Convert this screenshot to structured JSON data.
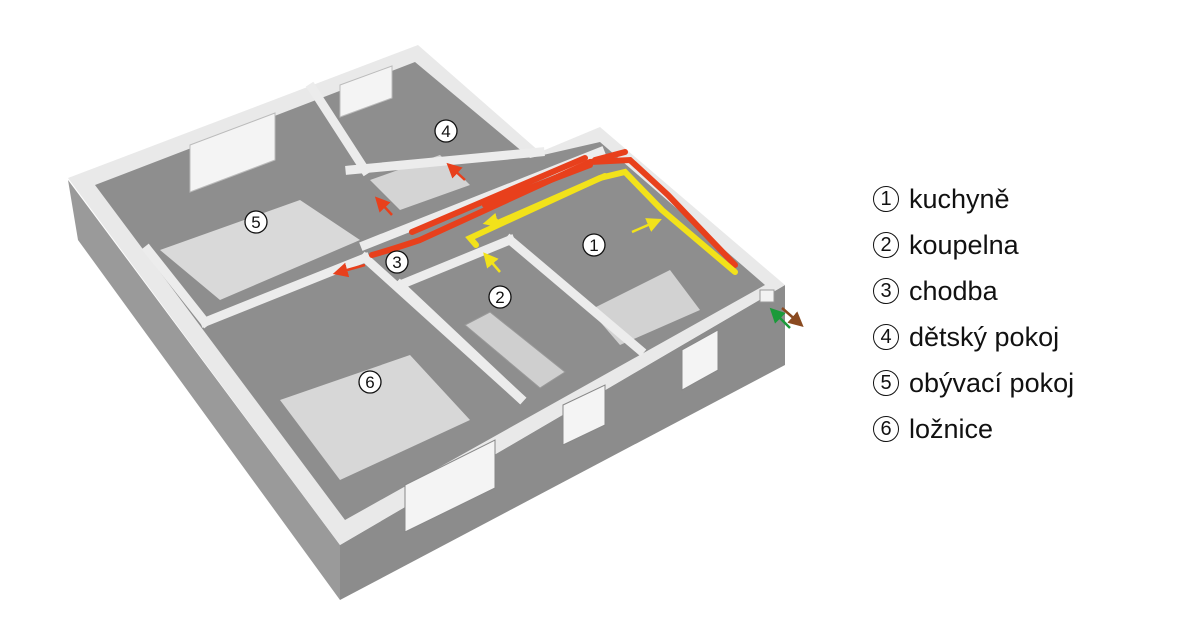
{
  "rooms": [
    {
      "number": "1",
      "name": "kuchyně"
    },
    {
      "number": "2",
      "name": "koupelna"
    },
    {
      "number": "3",
      "name": "chodba"
    },
    {
      "number": "4",
      "name": "dětský pokoj"
    },
    {
      "number": "5",
      "name": "obývací pokoj"
    },
    {
      "number": "6",
      "name": "ložnice"
    }
  ],
  "colors": {
    "supply_duct": "#e8401c",
    "extract_duct": "#f2e21a",
    "fresh_air_arrow": "#1a9a3a",
    "exhaust_arrow": "#8a4a20",
    "wall": "#8f8f8f",
    "wall_top": "#e9e9e9"
  }
}
